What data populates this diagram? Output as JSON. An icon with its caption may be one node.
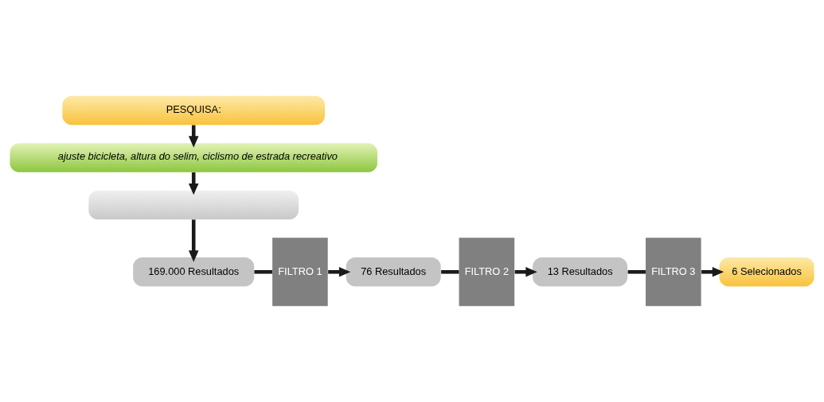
{
  "diagram": {
    "nodes": [
      {
        "text": [
          "PESQUISA:"
        ]
      },
      {
        "text": [
          "ajuste bicicleta, altura do selim, ciclismo de estrada recreativo"
        ]
      },
      {
        "text": [],
        "shape": "box"
      },
      {
        "text": [
          "169.000 Resultados"
        ]
      },
      {
        "text": [
          "FILTRO 1"
        ]
      },
      {
        "text": [
          "76 Resultados"
        ]
      },
      {
        "text": [
          "FILTRO 2"
        ]
      },
      {
        "text": [
          "13 Resultados"
        ]
      },
      {
        "text": [
          "FILTRO 3"
        ]
      },
      {
        "text": [
          "6 Selecionados"
        ]
      }
    ],
    "edges": [
      {
        "from": 0,
        "to": 1,
        "arrow": "to"
      },
      {
        "from": 1,
        "to": 2,
        "arrow": "to"
      },
      {
        "from": 2,
        "to": 3,
        "arrow": "to"
      },
      {
        "from": 3,
        "to": 4,
        "arrow": "none"
      },
      {
        "from": 4,
        "to": 5,
        "arrow": "to"
      },
      {
        "from": 5,
        "to": 6,
        "arrow": "none"
      },
      {
        "from": 6,
        "to": 7,
        "arrow": "to"
      },
      {
        "from": 7,
        "to": 8,
        "arrow": "none"
      },
      {
        "from": 8,
        "to": 9,
        "arrow": "to"
      }
    ]
  }
}
